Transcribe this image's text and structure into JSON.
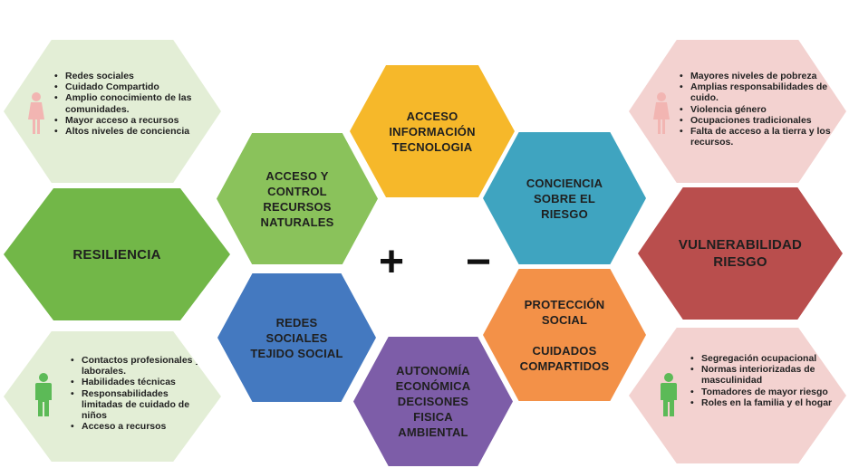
{
  "colors": {
    "light_green": "#e3eed6",
    "green": "#72b748",
    "mid_green": "#8ac25b",
    "blue": "#4479c0",
    "purple": "#7d5da8",
    "yellow": "#f6b82a",
    "teal": "#3fa4c0",
    "orange": "#f39148",
    "pink": "#f3d2d0",
    "red": "#b94e4d",
    "person_pink": "#f2b5b2",
    "person_green": "#5cba57"
  },
  "hexagons": {
    "resiliencia": "RESILIENCIA",
    "acceso_control": "ACCESO Y\nCONTROL\nRECURSOS\nNATURALES",
    "redes_sociales": "REDES\nSOCIALES\nTEJIDO SOCIAL",
    "acceso_informacion": "ACCESO\nINFORMACIÓN\nTECNOLOGIA",
    "autonomia": "AUTONOMÍA\nECONÓMICA\nDECISONES\nFISICA\nAMBIENTAL",
    "conciencia": "CONCIENCIA\nSOBRE EL\nRIESGO",
    "proteccion": "PROTECCIÓN\nSOCIAL\n\nCUIDADOS\nCOMPARTIDOS",
    "vulnerabilidad": "VULNERABILIDAD\nRIESGO"
  },
  "signs": {
    "plus": "+",
    "minus": "−"
  },
  "lists": {
    "resiliencia_mujeres": [
      "Redes sociales",
      "Cuidado Compartido",
      "Amplio conocimiento de las comunidades.",
      "Mayor acceso a recursos",
      "Altos niveles de conciencia"
    ],
    "resiliencia_hombres": [
      "Contactos profesionales y laborales.",
      "Habilidades técnicas",
      "Responsabilidades limitadas de cuidado de niños",
      "Acceso a recursos"
    ],
    "vulnerabilidad_mujeres": [
      "Mayores niveles de pobreza",
      "Amplias responsabilidades de cuido.",
      "Violencia género",
      "Ocupaciones tradicionales",
      "Falta de acceso a la tierra y los recursos."
    ],
    "vulnerabilidad_hombres": [
      "Segregación ocupacional",
      "Normas interiorizadas de masculinidad",
      "Tomadores de mayor riesgo",
      "Roles en la familia y el hogar"
    ]
  }
}
